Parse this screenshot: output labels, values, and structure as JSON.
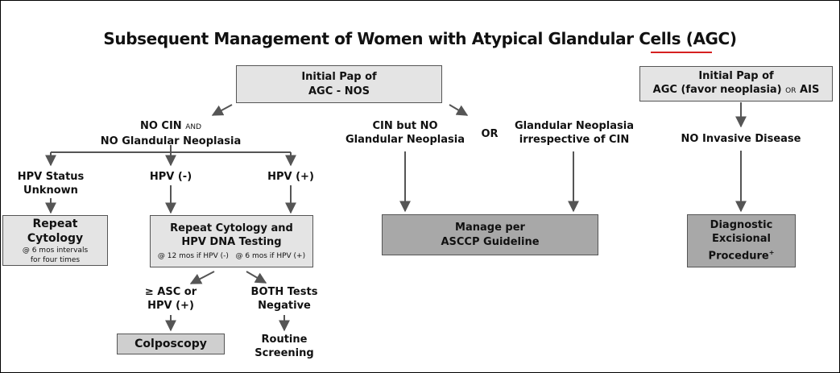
{
  "title": {
    "main": "Subsequent Management of Women with Atypical Glandular Cells",
    "abbr": "(AGC)"
  },
  "colors": {
    "underline": "#d62020",
    "box_light": "#e4e4e4",
    "box_mid": "#cfcfcf",
    "box_dark": "#a8a8a8"
  },
  "nodes": {
    "initial_agc_nos": {
      "line1": "Initial Pap of",
      "line2": "AGC - NOS"
    },
    "no_cin": {
      "line1a": "NO CIN",
      "line1b": "AND",
      "line2": "NO Glandular Neoplasia"
    },
    "hpv_unknown": {
      "line1": "HPV Status",
      "line2": "Unknown"
    },
    "hpv_neg": {
      "label": "HPV (-)"
    },
    "hpv_pos": {
      "label": "HPV (+)"
    },
    "repeat_cytology": {
      "title": "Repeat Cytology",
      "line1": "@ 6 mos intervals",
      "line2": "for four times"
    },
    "repeat_cytology_dna": {
      "line1": "Repeat Cytology and",
      "line2": "HPV DNA Testing",
      "note1": "@ 12 mos if HPV (-)",
      "note2": "@ 6 mos if HPV (+)"
    },
    "asc_or_hpv": {
      "line1": "≥ ASC or",
      "line2": "HPV (+)"
    },
    "both_negative": {
      "line1": "BOTH Tests",
      "line2": "Negative"
    },
    "colposcopy": {
      "label": "Colposcopy"
    },
    "routine": {
      "line1": "Routine",
      "line2": "Screening"
    },
    "cin_no_glandular": {
      "line1": "CIN but NO",
      "line2": "Glandular Neoplasia"
    },
    "or": {
      "label": "OR"
    },
    "glandular_neoplasia": {
      "line1": "Glandular Neoplasia",
      "line2": "irrespective of CIN"
    },
    "manage_asccp": {
      "line1": "Manage per",
      "line2": "ASCCP Guideline"
    },
    "initial_agc_favor": {
      "line1": "Initial Pap of",
      "line2a": "AGC (favor neoplasia)",
      "line2b": "OR",
      "line2c": "AIS"
    },
    "no_invasive": {
      "label": "NO Invasive Disease"
    },
    "diagnostic": {
      "line1": "Diagnostic",
      "line2": "Excisional",
      "line3": "Procedure",
      "sup": "+"
    }
  }
}
